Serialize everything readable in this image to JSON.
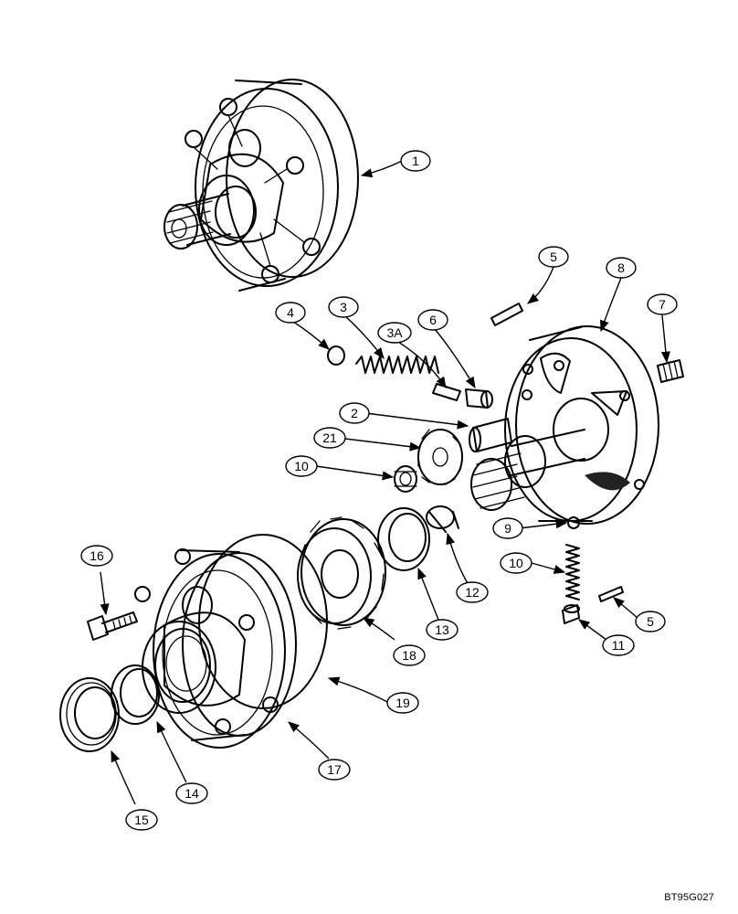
{
  "figure_code": "BT95G027",
  "callouts": [
    {
      "id": "c1",
      "label": "1"
    },
    {
      "id": "c2",
      "label": "2"
    },
    {
      "id": "c3",
      "label": "3"
    },
    {
      "id": "c3a",
      "label": "3A"
    },
    {
      "id": "c4",
      "label": "4"
    },
    {
      "id": "c5a",
      "label": "5"
    },
    {
      "id": "c5b",
      "label": "5"
    },
    {
      "id": "c6",
      "label": "6"
    },
    {
      "id": "c7",
      "label": "7"
    },
    {
      "id": "c8",
      "label": "8"
    },
    {
      "id": "c9",
      "label": "9"
    },
    {
      "id": "c10a",
      "label": "10"
    },
    {
      "id": "c10b",
      "label": "10"
    },
    {
      "id": "c11",
      "label": "11"
    },
    {
      "id": "c12",
      "label": "12"
    },
    {
      "id": "c13",
      "label": "13"
    },
    {
      "id": "c14",
      "label": "14"
    },
    {
      "id": "c15",
      "label": "15"
    },
    {
      "id": "c16",
      "label": "16"
    },
    {
      "id": "c17",
      "label": "17"
    },
    {
      "id": "c18",
      "label": "18"
    },
    {
      "id": "c19",
      "label": "19"
    },
    {
      "id": "c21",
      "label": "21"
    }
  ]
}
